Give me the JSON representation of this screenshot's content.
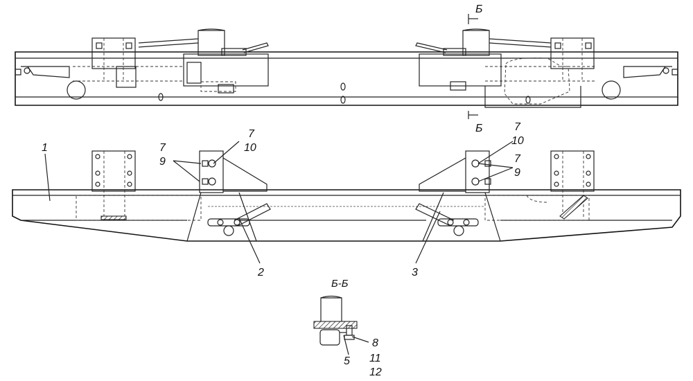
{
  "diagram": {
    "callouts": [
      {
        "id": "c1",
        "text": "1"
      },
      {
        "id": "c2",
        "text": "2"
      },
      {
        "id": "c3",
        "text": "3"
      },
      {
        "id": "c7a",
        "text": "7"
      },
      {
        "id": "c9a",
        "text": "9"
      },
      {
        "id": "c7b",
        "text": "7"
      },
      {
        "id": "c10a",
        "text": "10"
      },
      {
        "id": "c7c",
        "text": "7"
      },
      {
        "id": "c10b",
        "text": "10"
      },
      {
        "id": "c7d",
        "text": "7"
      },
      {
        "id": "c9b",
        "text": "9"
      },
      {
        "id": "c8",
        "text": "8"
      },
      {
        "id": "c5",
        "text": "5"
      },
      {
        "id": "c11",
        "text": "11"
      },
      {
        "id": "c12",
        "text": "12"
      }
    ],
    "section_mark": "Б",
    "section_title": "Б-Б"
  }
}
